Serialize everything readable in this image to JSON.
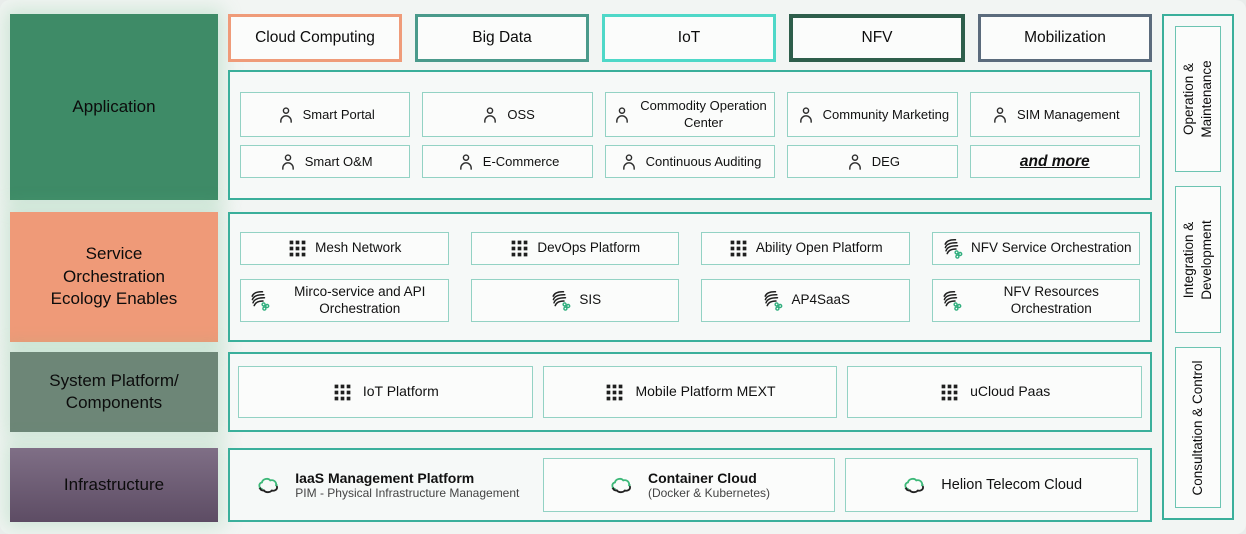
{
  "colors": {
    "page_background": "#f2f5f3",
    "container_border_teal": "#3aaf9b",
    "item_border_teal": "#93d2c4",
    "icon_green": "#2fae7d",
    "application_bg": "#3e8b67",
    "service_bg": "#ef9a78",
    "system_bg": "#6d8677",
    "infrastructure_bg": "#6a5772"
  },
  "layers": {
    "application": {
      "label": "Application",
      "bg": "#3e8b67"
    },
    "service": {
      "label": "Service Orchestration Ecology Enables",
      "bg": "#ef9a78"
    },
    "system": {
      "label": "System Platform/ Components",
      "bg": "#6d8677"
    },
    "infrastructure": {
      "label": "Infrastructure",
      "bg": "#6a5772"
    }
  },
  "top_chips": [
    {
      "label": "Cloud Computing",
      "border": "#ef9b79"
    },
    {
      "label": "Big Data",
      "border": "#4a9a8b"
    },
    {
      "label": "IoT",
      "border": "#4fd8c8"
    },
    {
      "label": "NFV",
      "border": "#2e5e4b"
    },
    {
      "label": "Mobilization",
      "border": "#5b6b7c"
    }
  ],
  "application_items": {
    "row1": [
      {
        "icon": "person",
        "label": "Smart Portal"
      },
      {
        "icon": "person",
        "label": "OSS"
      },
      {
        "icon": "person",
        "label": "Commodity Operation Center"
      },
      {
        "icon": "person",
        "label": "Community Marketing"
      },
      {
        "icon": "person",
        "label": "SIM Management"
      }
    ],
    "row2": [
      {
        "icon": "person",
        "label": "Smart O&M"
      },
      {
        "icon": "person",
        "label": "E-Commerce"
      },
      {
        "icon": "person",
        "label": "Continuous Auditing"
      },
      {
        "icon": "person",
        "label": "DEG"
      },
      {
        "icon": "none",
        "label": "and more"
      }
    ]
  },
  "service_items": {
    "row1": [
      {
        "icon": "grid",
        "label": "Mesh Network"
      },
      {
        "icon": "grid",
        "label": "DevOps Platform"
      },
      {
        "icon": "grid",
        "label": "Ability Open Platform"
      },
      {
        "icon": "orchestration",
        "label": "NFV Service Orchestration"
      }
    ],
    "row2": [
      {
        "icon": "orchestration",
        "label": "Mirco-service and API Orchestration"
      },
      {
        "icon": "orchestration",
        "label": "SIS"
      },
      {
        "icon": "orchestration",
        "label": "AP4SaaS"
      },
      {
        "icon": "orchestration",
        "label": "NFV Resources Orchestration"
      }
    ]
  },
  "system_items": [
    {
      "icon": "grid",
      "label": "IoT Platform"
    },
    {
      "icon": "grid",
      "label": "Mobile Platform MEXT"
    },
    {
      "icon": "grid",
      "label": "uCloud Paas"
    }
  ],
  "infrastructure_items": [
    {
      "icon": "cloud-sync",
      "label": "IaaS Management Platform",
      "sublabel": "PIM - Physical Infrastructure Management",
      "boxed": false
    },
    {
      "icon": "cloud-sync",
      "label": "Container Cloud",
      "sublabel": "(Docker & Kubernetes)",
      "boxed": true
    },
    {
      "icon": "cloud-sync",
      "label": "Helion Telecom Cloud",
      "sublabel": "",
      "boxed": true
    }
  ],
  "side_panel": [
    {
      "label": "Operation & Maintenance",
      "line1": "Operation &",
      "line2": "Maintenance"
    },
    {
      "label": "Integration & Development",
      "line1": "Integration &",
      "line2": "Development"
    },
    {
      "label": "Consultation & Control",
      "line1": "Consultation & Control",
      "line2": ""
    }
  ]
}
